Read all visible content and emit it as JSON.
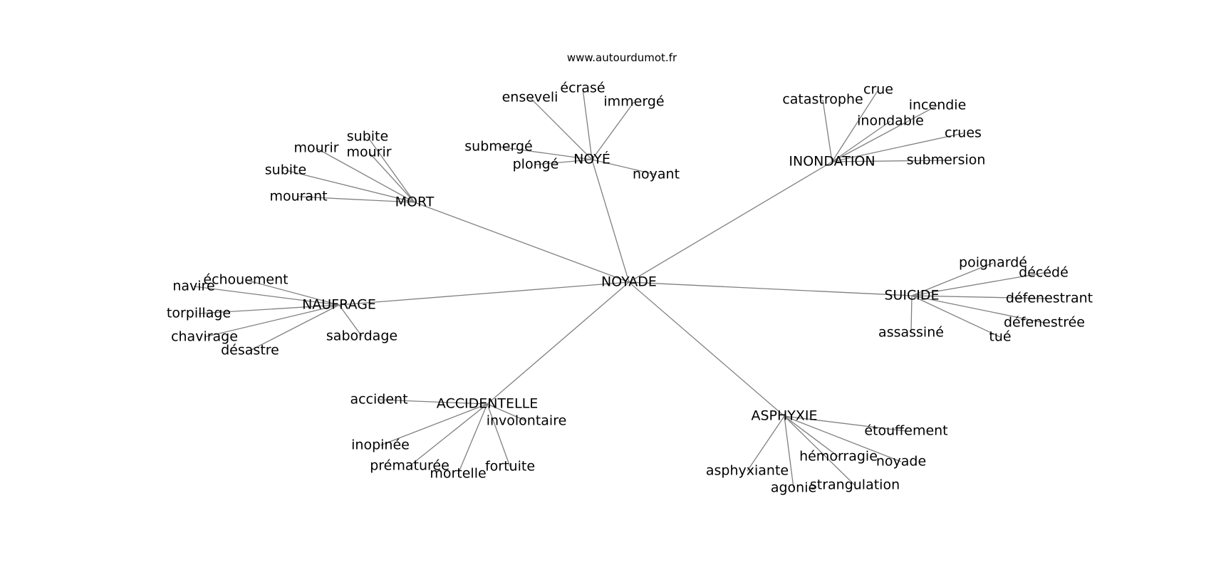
{
  "site": "www.autourdumot.fr",
  "graph": {
    "center": "NOYADE",
    "groups": [
      {
        "hub": "NOYÉ",
        "words": [
          "enseveli",
          "écrasé",
          "immergé",
          "submergé",
          "plongé",
          "noyant"
        ]
      },
      {
        "hub": "INONDATION",
        "words": [
          "catastrophe",
          "crue",
          "incendie",
          "inondable",
          "crues",
          "submersion"
        ]
      },
      {
        "hub": "MORT",
        "words": [
          "subite",
          "mourir",
          "mourir",
          "subite",
          "mourant"
        ]
      },
      {
        "hub": "NAUFRAGE",
        "words": [
          "échouement",
          "navire",
          "torpillage",
          "chavirage",
          "désastre",
          "sabordage"
        ]
      },
      {
        "hub": "SUICIDE",
        "words": [
          "poignardé",
          "décédé",
          "défenestrant",
          "défenestrée",
          "tué",
          "assassiné"
        ]
      },
      {
        "hub": "ACCIDENTELLE",
        "words": [
          "accident",
          "involontaire",
          "inopinée",
          "prématurée",
          "mortelle",
          "fortuite"
        ]
      },
      {
        "hub": "ASPHYXIE",
        "words": [
          "étouffement",
          "hémorragie",
          "noyade",
          "strangulation",
          "agonie",
          "asphyxiante"
        ]
      }
    ]
  }
}
